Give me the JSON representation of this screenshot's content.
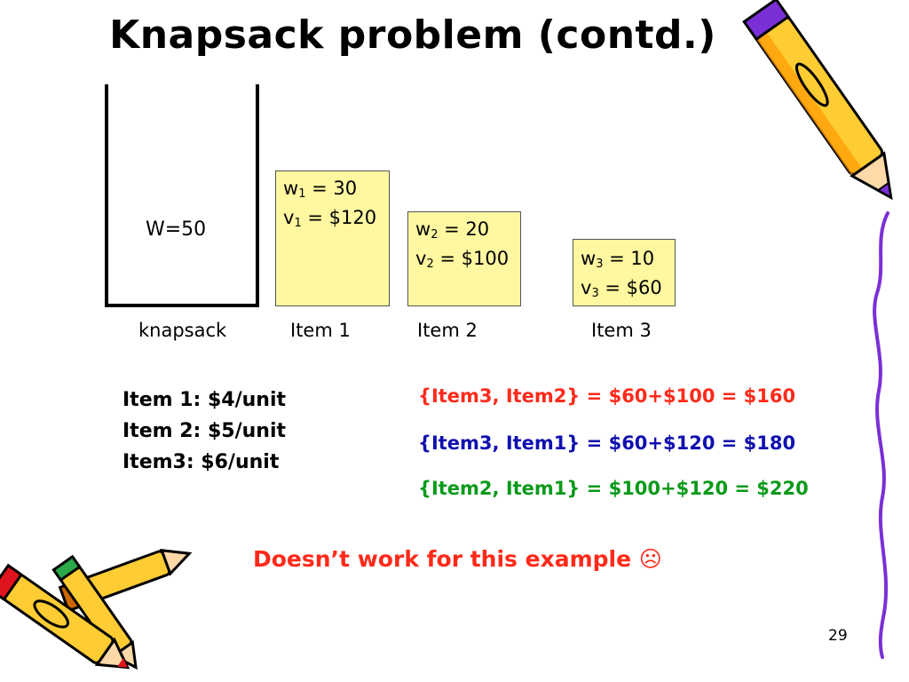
{
  "slide": {
    "title": "Knapsack problem (contd.)",
    "knapsack": {
      "capacity_label": "W=50",
      "label": "knapsack"
    },
    "items": [
      {
        "w_sym": "w",
        "w_sub": "1",
        "w_val": " = 30",
        "v_sym": "v",
        "v_sub": "1",
        "v_val": " = $120",
        "label": "Item 1"
      },
      {
        "w_sym": "w",
        "w_sub": "2",
        "w_val": " = 20",
        "v_sym": "v",
        "v_sub": "2",
        "v_val": " = $100",
        "label": "Item 2"
      },
      {
        "w_sym": "w",
        "w_sub": "3",
        "w_val": " = 10",
        "v_sym": "v",
        "v_sub": "3",
        "v_val": " = $60",
        "label": "Item 3"
      }
    ],
    "unit_values": [
      "Item 1: $4/unit",
      "Item 2: $5/unit",
      "Item3: $6/unit"
    ],
    "combinations": [
      {
        "text": "{Item3, Item2} = $60+$100 = $160",
        "color": "#ff2a1a"
      },
      {
        "text": "{Item3, Item1} = $60+$120 = $180",
        "color": "#1010b0"
      },
      {
        "text": "{Item2, Item1} = $100+$120 = $220",
        "color": "#0a9a1a"
      }
    ],
    "conclusion": "Doesn’t work for this example ☹",
    "page_number": "29",
    "colors": {
      "item_fill": "#fff8a0",
      "pencil_body": "#ffcc33",
      "pencil_dark": "#cc6600",
      "accent_purple": "#7a2fd6"
    },
    "decorations": [
      "pencil-icon",
      "pencils-cluster-icon",
      "scribble-line"
    ]
  }
}
